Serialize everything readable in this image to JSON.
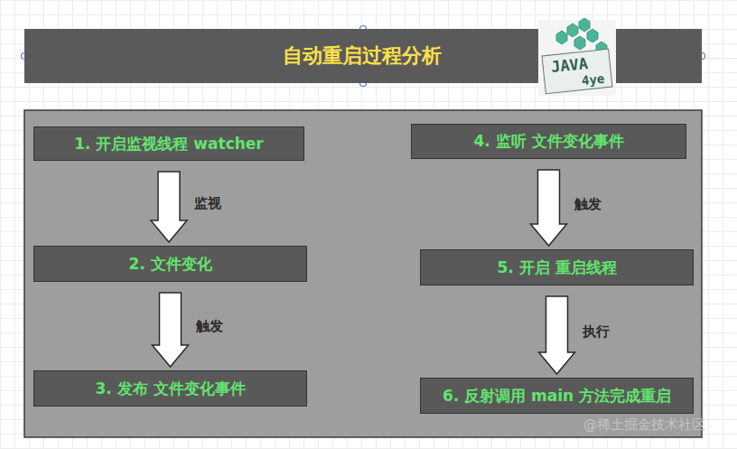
{
  "diagram": {
    "title": "自动重启过程分析",
    "nodes": [
      {
        "text": [
          "1. 开启监视线程 watcher"
        ]
      },
      {
        "text": [
          "2. 文件变化"
        ]
      },
      {
        "text": [
          "3. 发布 文件变化事件"
        ]
      },
      {
        "text": [
          "4. 监听 文件变化事件"
        ]
      },
      {
        "text": [
          "5. 开启 重启线程"
        ]
      },
      {
        "text": [
          "6. 反射调用 main 方法完成重启"
        ]
      }
    ],
    "edges": [
      {
        "from": 0,
        "to": 1,
        "arrow": "to",
        "label": "监视"
      },
      {
        "from": 1,
        "to": 2,
        "arrow": "to",
        "label": "触发"
      },
      {
        "from": 3,
        "to": 4,
        "arrow": "to",
        "label": "触发"
      },
      {
        "from": 4,
        "to": 5,
        "arrow": "to",
        "label": "执行"
      }
    ],
    "labels": [
      "JAVA",
      "4ye",
      "@稀土掘金技术社区"
    ]
  }
}
